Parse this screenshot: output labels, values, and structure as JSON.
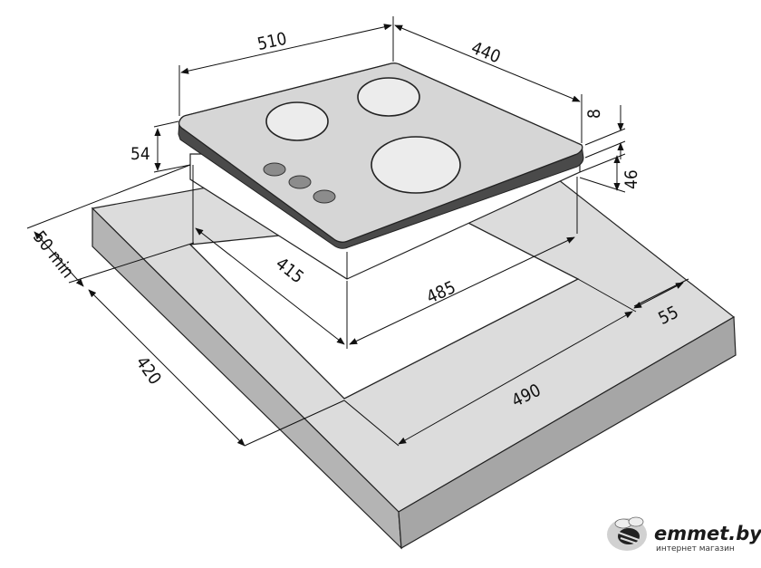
{
  "dimensions": {
    "width_top": "510",
    "depth_top": "440",
    "glass_thickness": "8",
    "body_height": "46",
    "overall_height": "54",
    "min_distance": "50 min",
    "cutout_depth": "415",
    "cutout_width": "485",
    "worktop_depth": "420",
    "worktop_width": "490",
    "side_margin": "55"
  },
  "watermark": {
    "name": "emmet.by",
    "subtitle": "интернет магазин"
  },
  "colors": {
    "worktop_top": "#dcdcdc",
    "worktop_front": "#b4b4b4",
    "worktop_side": "#a6a6a6",
    "glass": "#d6d6d6",
    "burner": "#ececec",
    "knob": "#8c8c8c"
  }
}
